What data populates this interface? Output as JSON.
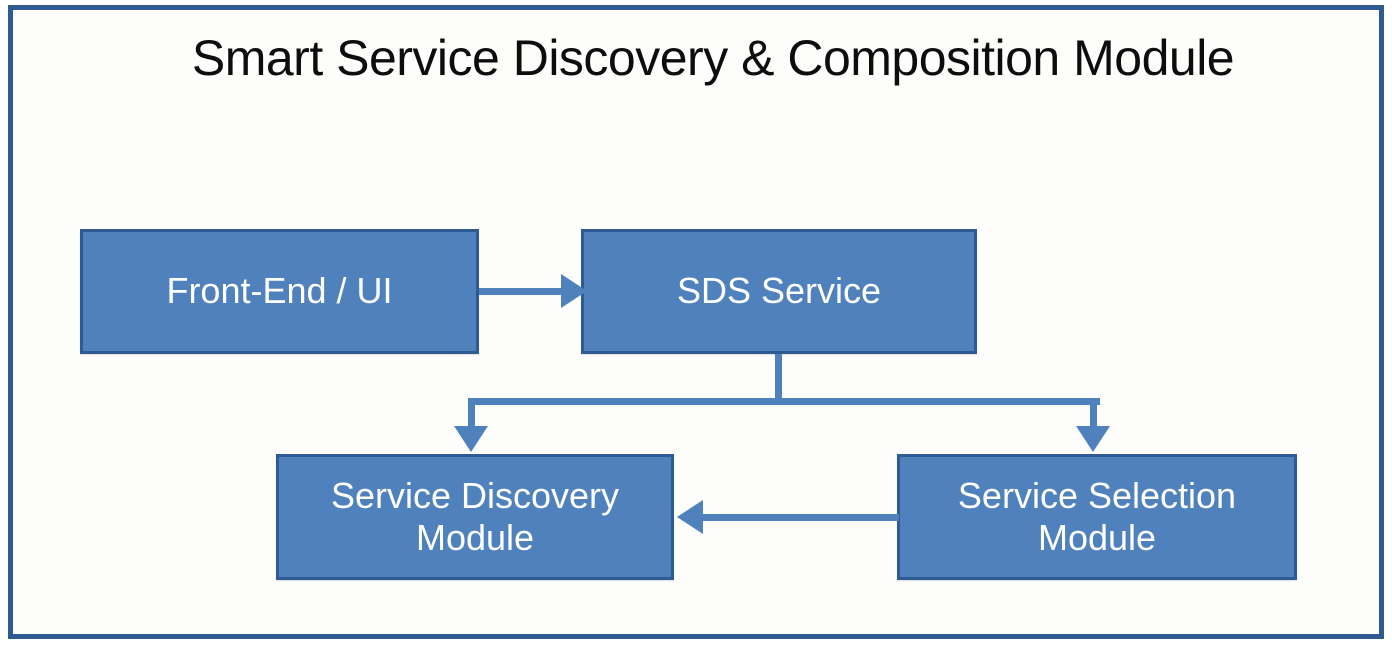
{
  "diagram": {
    "title": "Smart Service Discovery & Composition Module",
    "frame_border_color": "#2E5B92",
    "background_color": "#FDFDFB",
    "node_fill_color": "#4F81BD",
    "node_border_color": "#2E5B92",
    "node_text_color": "#FFFFFF",
    "connector_color": "#4F81BD",
    "nodes": [
      {
        "id": "frontend",
        "label": "Front-End / UI"
      },
      {
        "id": "sds",
        "label": "SDS Service"
      },
      {
        "id": "discovery",
        "label": "Service Discovery Module"
      },
      {
        "id": "selection",
        "label": "Service Selection Module"
      }
    ],
    "connectors": [
      {
        "id": "frontend-to-sds",
        "from": "frontend",
        "to": "discovery",
        "style": "arrow-right"
      },
      {
        "id": "sds-to-discovery",
        "from": "sds",
        "to": "discovery",
        "style": "arrow-down"
      },
      {
        "id": "sds-to-selection",
        "from": "sds",
        "to": "selection",
        "style": "arrow-down"
      },
      {
        "id": "selection-to-discovery",
        "from": "selection",
        "to": "discovery",
        "style": "arrow-left"
      }
    ]
  }
}
